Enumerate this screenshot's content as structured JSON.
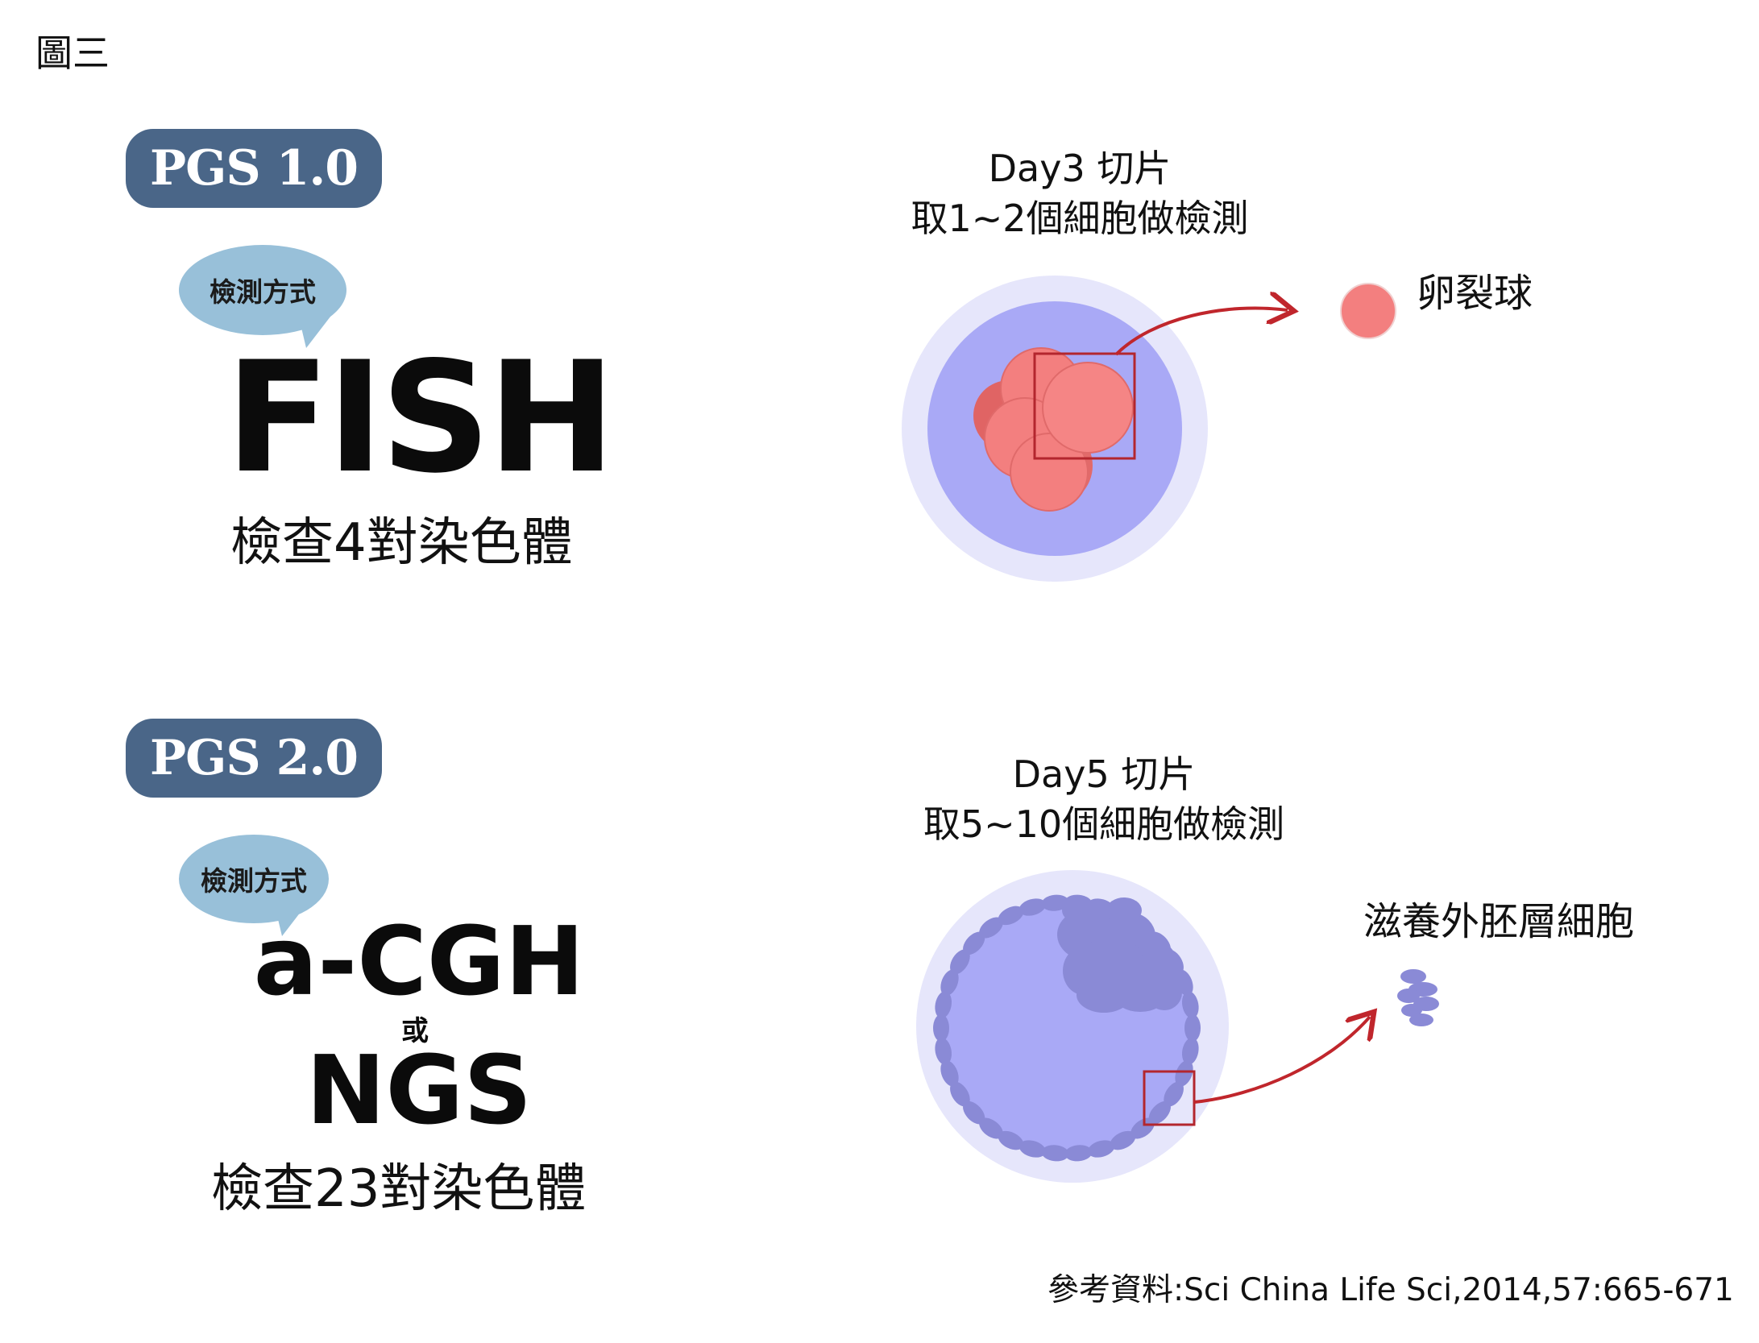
{
  "figure_label": "圖三",
  "pgs1": {
    "badge": "PGS 1.0",
    "method_bubble": "檢測方式",
    "method": "FISH",
    "check": "檢查4對染色體",
    "caption_line1": "Day3 切片",
    "caption_line2": "取1~2個細胞做檢測",
    "cell_label": "卵裂球"
  },
  "pgs2": {
    "badge": "PGS 2.0",
    "method_bubble": "檢測方式",
    "method_a": "a-CGH",
    "or": "或",
    "method_b": "NGS",
    "check": "檢查23對染色體",
    "caption_line1": "Day5 切片",
    "caption_line2": "取5~10個細胞做檢測",
    "cell_label": "滋養外胚層細胞"
  },
  "reference": "參考資料:Sci China Life Sci,2014,57:665-671",
  "colors": {
    "badge": "#4a6688",
    "bubble": "#98c0d9",
    "zona": "#e6e6fb",
    "embryo": "#a9a9f6",
    "blastomere": "#f37f7f",
    "trophectoderm": "#8a8ad6",
    "arrow": "#c0262c"
  }
}
